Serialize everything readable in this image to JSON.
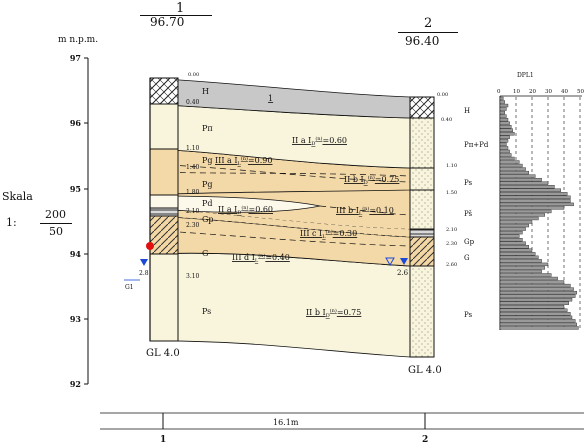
{
  "header": {
    "bh1_number": "1",
    "bh1_elev": "96.70",
    "bh2_number": "2",
    "bh2_elev": "96.40"
  },
  "axis": {
    "units": "m n.p.m.",
    "ticks": [
      "97",
      "96",
      "95",
      "94",
      "93",
      "92"
    ]
  },
  "scale": {
    "label": "Skala",
    "prefix": "1:",
    "numerator": "200",
    "denominator": "50"
  },
  "borehole1": {
    "depths": [
      "0.00",
      "0.40",
      "1.10",
      "1.40",
      "1.80",
      "2.10",
      "2.30",
      "3.10"
    ],
    "water_depth": "2.8",
    "water_label": "G1",
    "end_label": "GL 4.0"
  },
  "borehole2": {
    "depths": [
      "0.00",
      "0.40",
      "1.10",
      "1.50",
      "2.10",
      "2.30",
      "2.60"
    ],
    "soils": [
      "H",
      "Pπ+Pd",
      "Ps",
      "Pš",
      "Gp",
      "G",
      "Ps"
    ],
    "water_depth": "2.6",
    "end_label": "GL 4.0"
  },
  "layers": {
    "H_code": "H",
    "layer_1_num": "1",
    "Ppi_code": "Pπ",
    "Pg1_code": "Pg",
    "Pg2_code": "Pg",
    "Pd_code": "Pd",
    "Gp_code": "Gp",
    "G_code": "G",
    "Ps_code": "Ps",
    "IIa_top": "II a  I",
    "IIIa": "III a  I",
    "IIb_upper": "II b  I",
    "IIa_mid": "II a  I",
    "IIIb": "III b  I",
    "IIIc": "III c  I",
    "IIId": "III d  I",
    "IIb_lower": "II b  I",
    "IIa_top_val": "=0.60",
    "IIIa_val": "=0.90",
    "IIb_upper_val": "=0.75",
    "IIa_mid_val": "=0.60",
    "IIIb_val": "=0.10",
    "IIIc_val": "=0.30",
    "IIId_val": "=0.40",
    "IIb_lower_val": "=0.75",
    "sub_D": "D",
    "sub_L": "L",
    "sup_n": "(n)"
  },
  "dpl": {
    "title": "DPL1",
    "ticks": [
      "0",
      "10",
      "20",
      "30",
      "40",
      "50"
    ],
    "blows": [
      2,
      3,
      5,
      4,
      3,
      4,
      5,
      6,
      7,
      8,
      9,
      6,
      5,
      4,
      5,
      6,
      7,
      9,
      12,
      14,
      16,
      18,
      22,
      26,
      30,
      34,
      38,
      42,
      44,
      44,
      46,
      40,
      32,
      28,
      24,
      20,
      18,
      16,
      14,
      12,
      14,
      16,
      18,
      20,
      22,
      24,
      26,
      30,
      28,
      26,
      32,
      36,
      40,
      44,
      46,
      48,
      47,
      45,
      43,
      40,
      42,
      44,
      45,
      47,
      48,
      49
    ]
  },
  "bottom": {
    "distance": "16.1m",
    "left_num": "1",
    "right_num": "2"
  },
  "colors": {
    "topsoil": "#c8c8c8",
    "sand": "#f9f5dc",
    "clay": "#f4d9a8",
    "water": "#1a49d9",
    "sample": "#e01010"
  }
}
